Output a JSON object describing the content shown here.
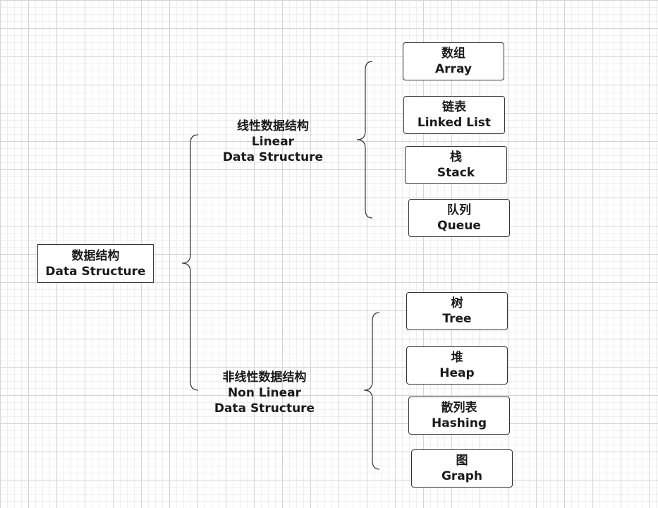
{
  "colors": {
    "box_border": "#333333",
    "brace_stroke": "#333333",
    "text": "#1a1a1a",
    "grid_major": "#d4d4d4",
    "grid_minor": "#efefef"
  },
  "root": {
    "zh": "数据结构",
    "en": "Data Structure"
  },
  "linear": {
    "zh": "线性数据结构",
    "en1": "Linear",
    "en2": "Data Structure",
    "items": [
      {
        "zh": "数组",
        "en": "Array"
      },
      {
        "zh": "链表",
        "en": "Linked List"
      },
      {
        "zh": "栈",
        "en": "Stack"
      },
      {
        "zh": "队列",
        "en": "Queue"
      }
    ]
  },
  "nonlinear": {
    "zh": "非线性数据结构",
    "en1": "Non Linear",
    "en2": "Data Structure",
    "items": [
      {
        "zh": "树",
        "en": "Tree"
      },
      {
        "zh": "堆",
        "en": "Heap"
      },
      {
        "zh": "散列表",
        "en": "Hashing"
      },
      {
        "zh": "图",
        "en": "Graph"
      }
    ]
  }
}
